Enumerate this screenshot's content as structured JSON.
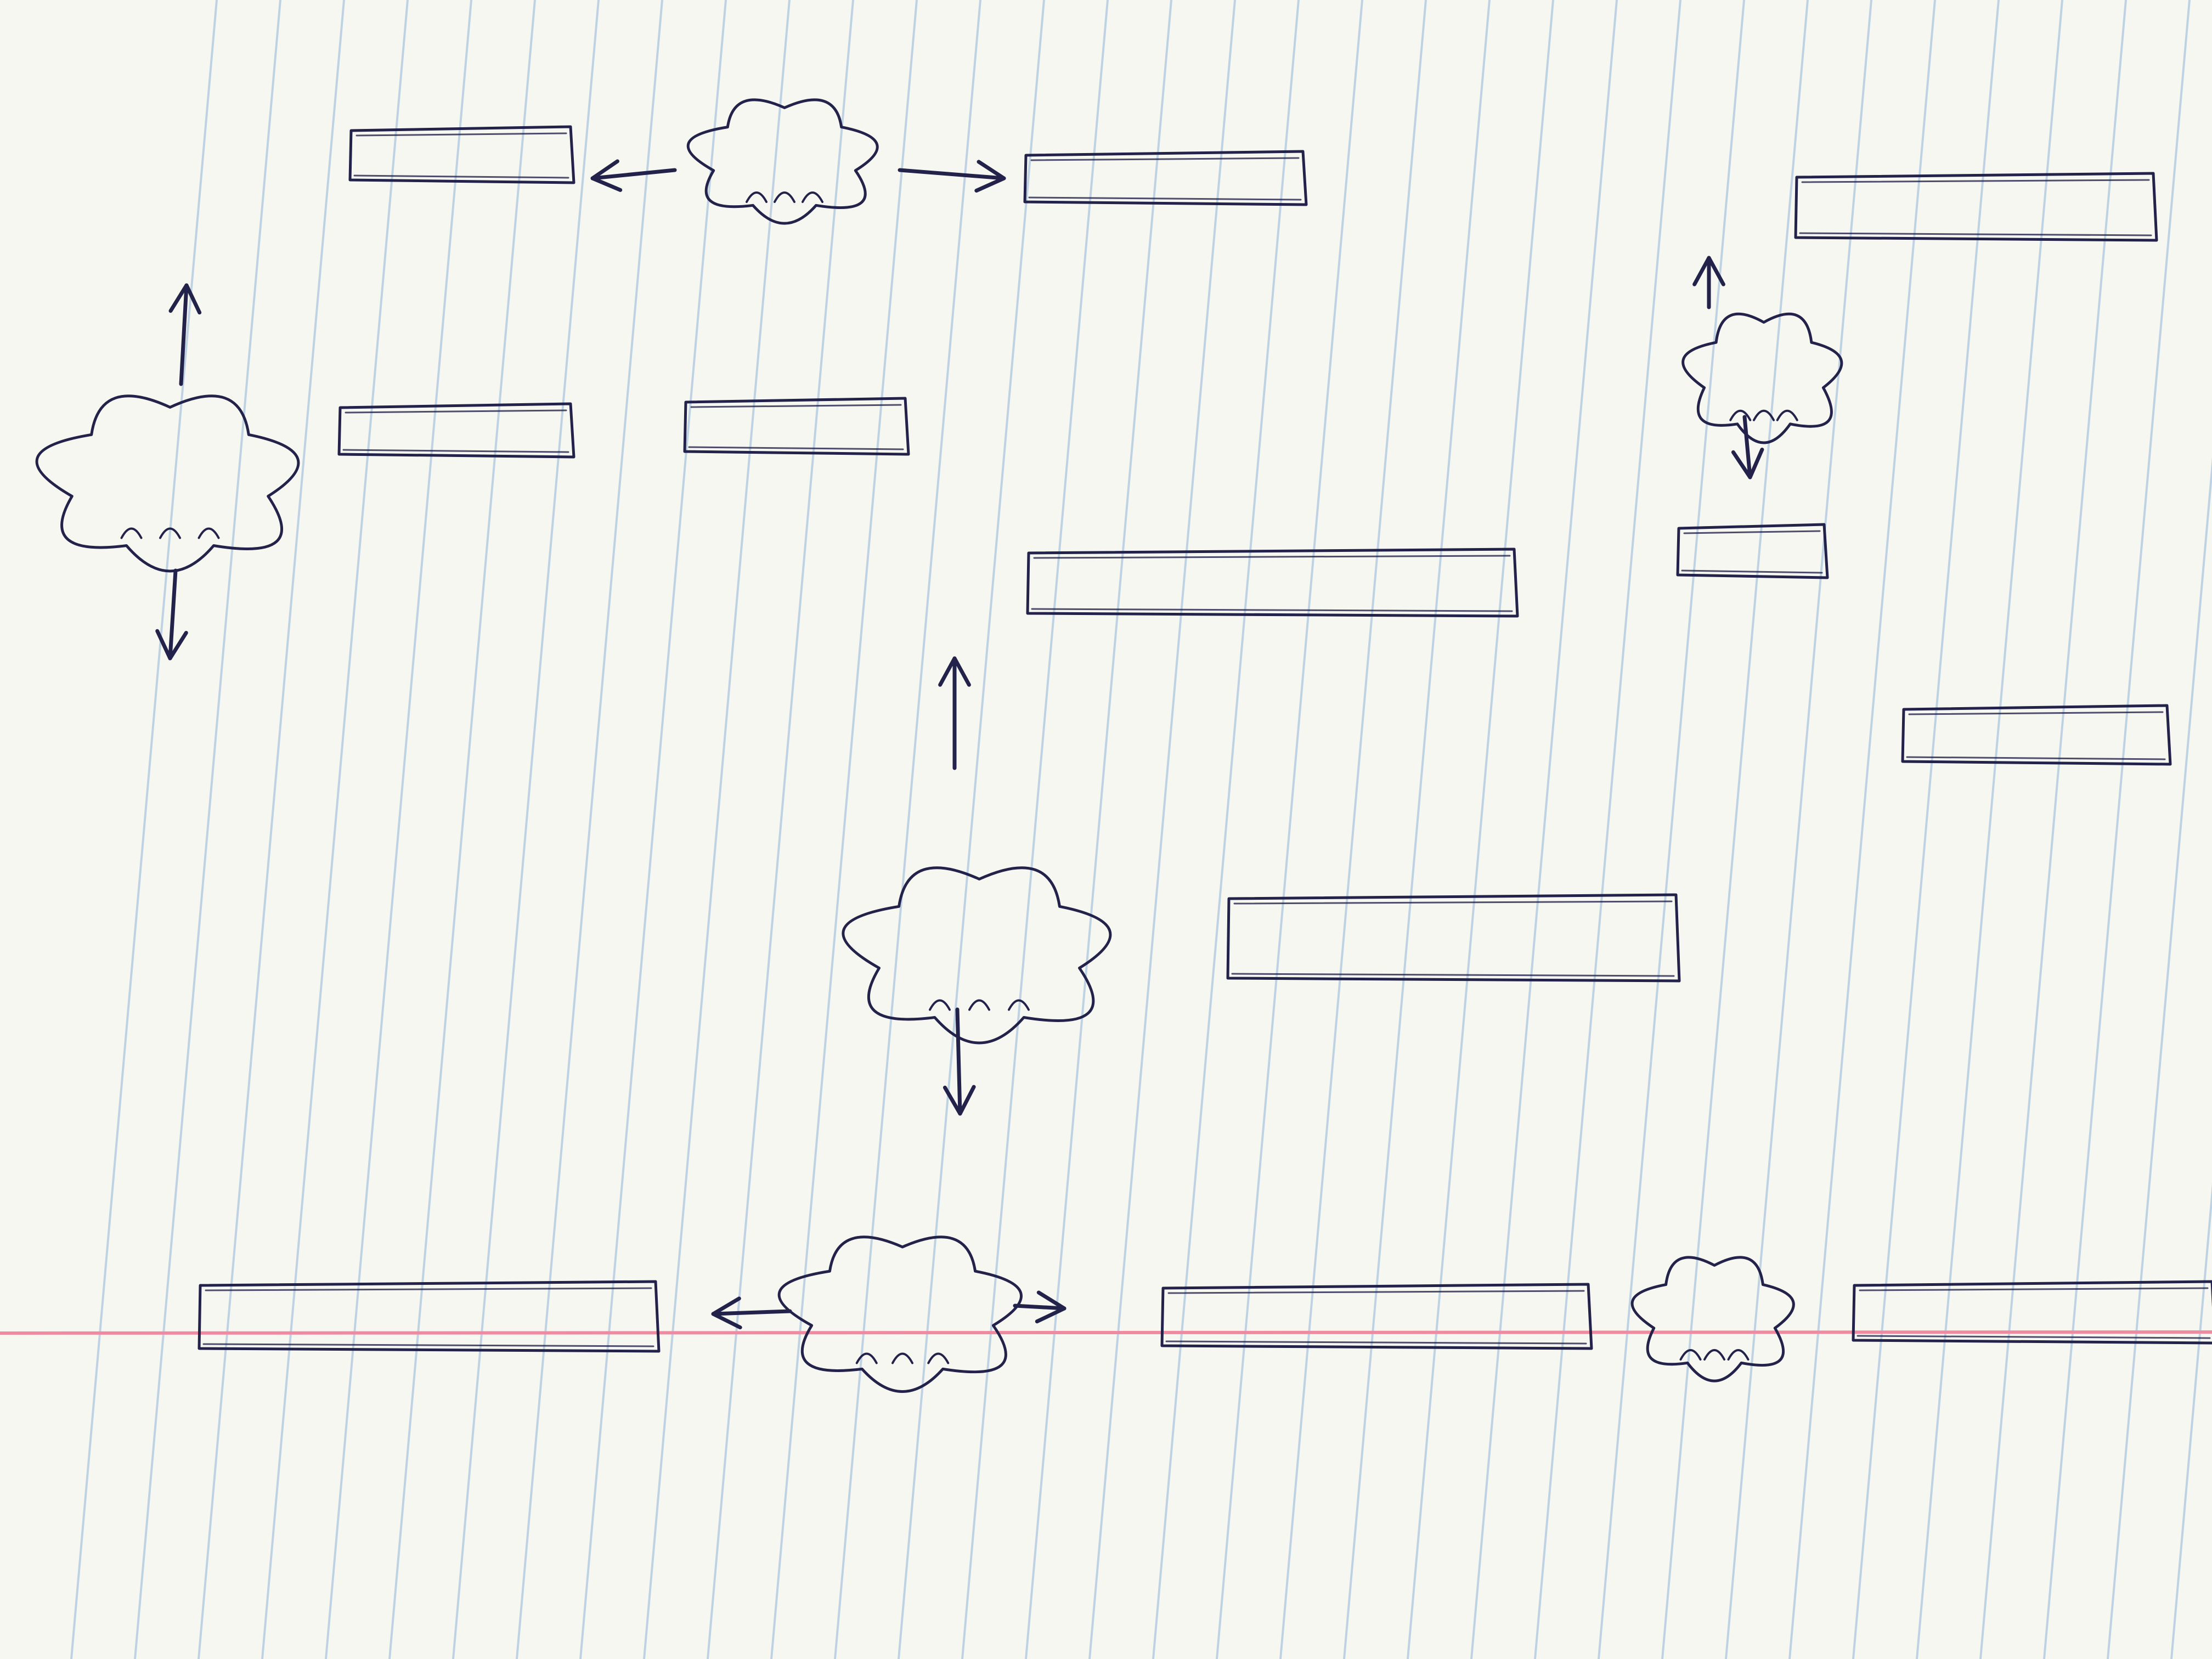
{
  "page": {
    "background": "#fbfbf8",
    "ruled_line_color": "#b9cfe2",
    "margin_line_color": "#ef8aa0",
    "ink_color": "#23224a",
    "shadow_color": "#ccc8b8"
  },
  "diagram": {
    "nodes": [
      {
        "id": "cloud-a",
        "shape": "cloud"
      },
      {
        "id": "cloud-b",
        "shape": "cloud"
      },
      {
        "id": "cloud-c",
        "shape": "cloud"
      },
      {
        "id": "cloud-d",
        "shape": "cloud"
      },
      {
        "id": "cloud-e",
        "shape": "cloud"
      },
      {
        "id": "cloud-f",
        "shape": "cloud"
      },
      {
        "id": "box-1",
        "shape": "rectangle"
      },
      {
        "id": "box-2",
        "shape": "rectangle"
      },
      {
        "id": "box-3",
        "shape": "rectangle"
      },
      {
        "id": "box-4",
        "shape": "rectangle"
      },
      {
        "id": "box-5",
        "shape": "rectangle"
      },
      {
        "id": "box-6",
        "shape": "rectangle"
      },
      {
        "id": "box-7",
        "shape": "rectangle"
      },
      {
        "id": "box-8",
        "shape": "rectangle"
      },
      {
        "id": "box-9",
        "shape": "rectangle"
      },
      {
        "id": "box-10",
        "shape": "rectangle"
      },
      {
        "id": "box-11",
        "shape": "rectangle"
      },
      {
        "id": "box-12",
        "shape": "rectangle"
      },
      {
        "id": "box-13",
        "shape": "rectangle"
      }
    ],
    "arrows": [
      {
        "from": "cloud-a",
        "to": "box-1"
      },
      {
        "from": "cloud-a",
        "to": "box-2"
      },
      {
        "from": "cloud-b",
        "to": "up"
      },
      {
        "from": "cloud-b",
        "to": "down"
      },
      {
        "from": "cloud-c",
        "to": "up"
      },
      {
        "from": "cloud-c",
        "to": "down"
      },
      {
        "from": "cloud-d",
        "to": "up"
      },
      {
        "from": "cloud-d",
        "to": "down"
      },
      {
        "from": "cloud-e",
        "to": "box-11"
      },
      {
        "from": "cloud-e",
        "to": "box-12"
      }
    ],
    "labels": []
  }
}
